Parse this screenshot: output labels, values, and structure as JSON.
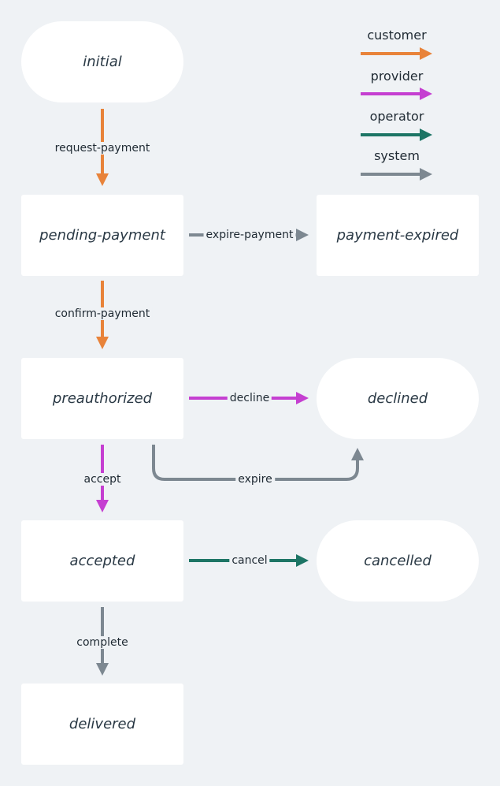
{
  "states": {
    "initial": "initial",
    "pending_payment": "pending-payment",
    "payment_expired": "payment-expired",
    "preauthorized": "preauthorized",
    "declined": "declined",
    "accepted": "accepted",
    "cancelled": "cancelled",
    "delivered": "delivered"
  },
  "transitions": {
    "request_payment": "request-payment",
    "expire_payment": "expire-payment",
    "confirm_payment": "confirm-payment",
    "decline": "decline",
    "expire": "expire",
    "accept": "accept",
    "cancel": "cancel",
    "complete": "complete"
  },
  "legend": [
    {
      "label": "customer",
      "color": "#e8833a"
    },
    {
      "label": "provider",
      "color": "#c53fd1"
    },
    {
      "label": "operator",
      "color": "#1d7565"
    },
    {
      "label": "system",
      "color": "#7d8891"
    }
  ]
}
